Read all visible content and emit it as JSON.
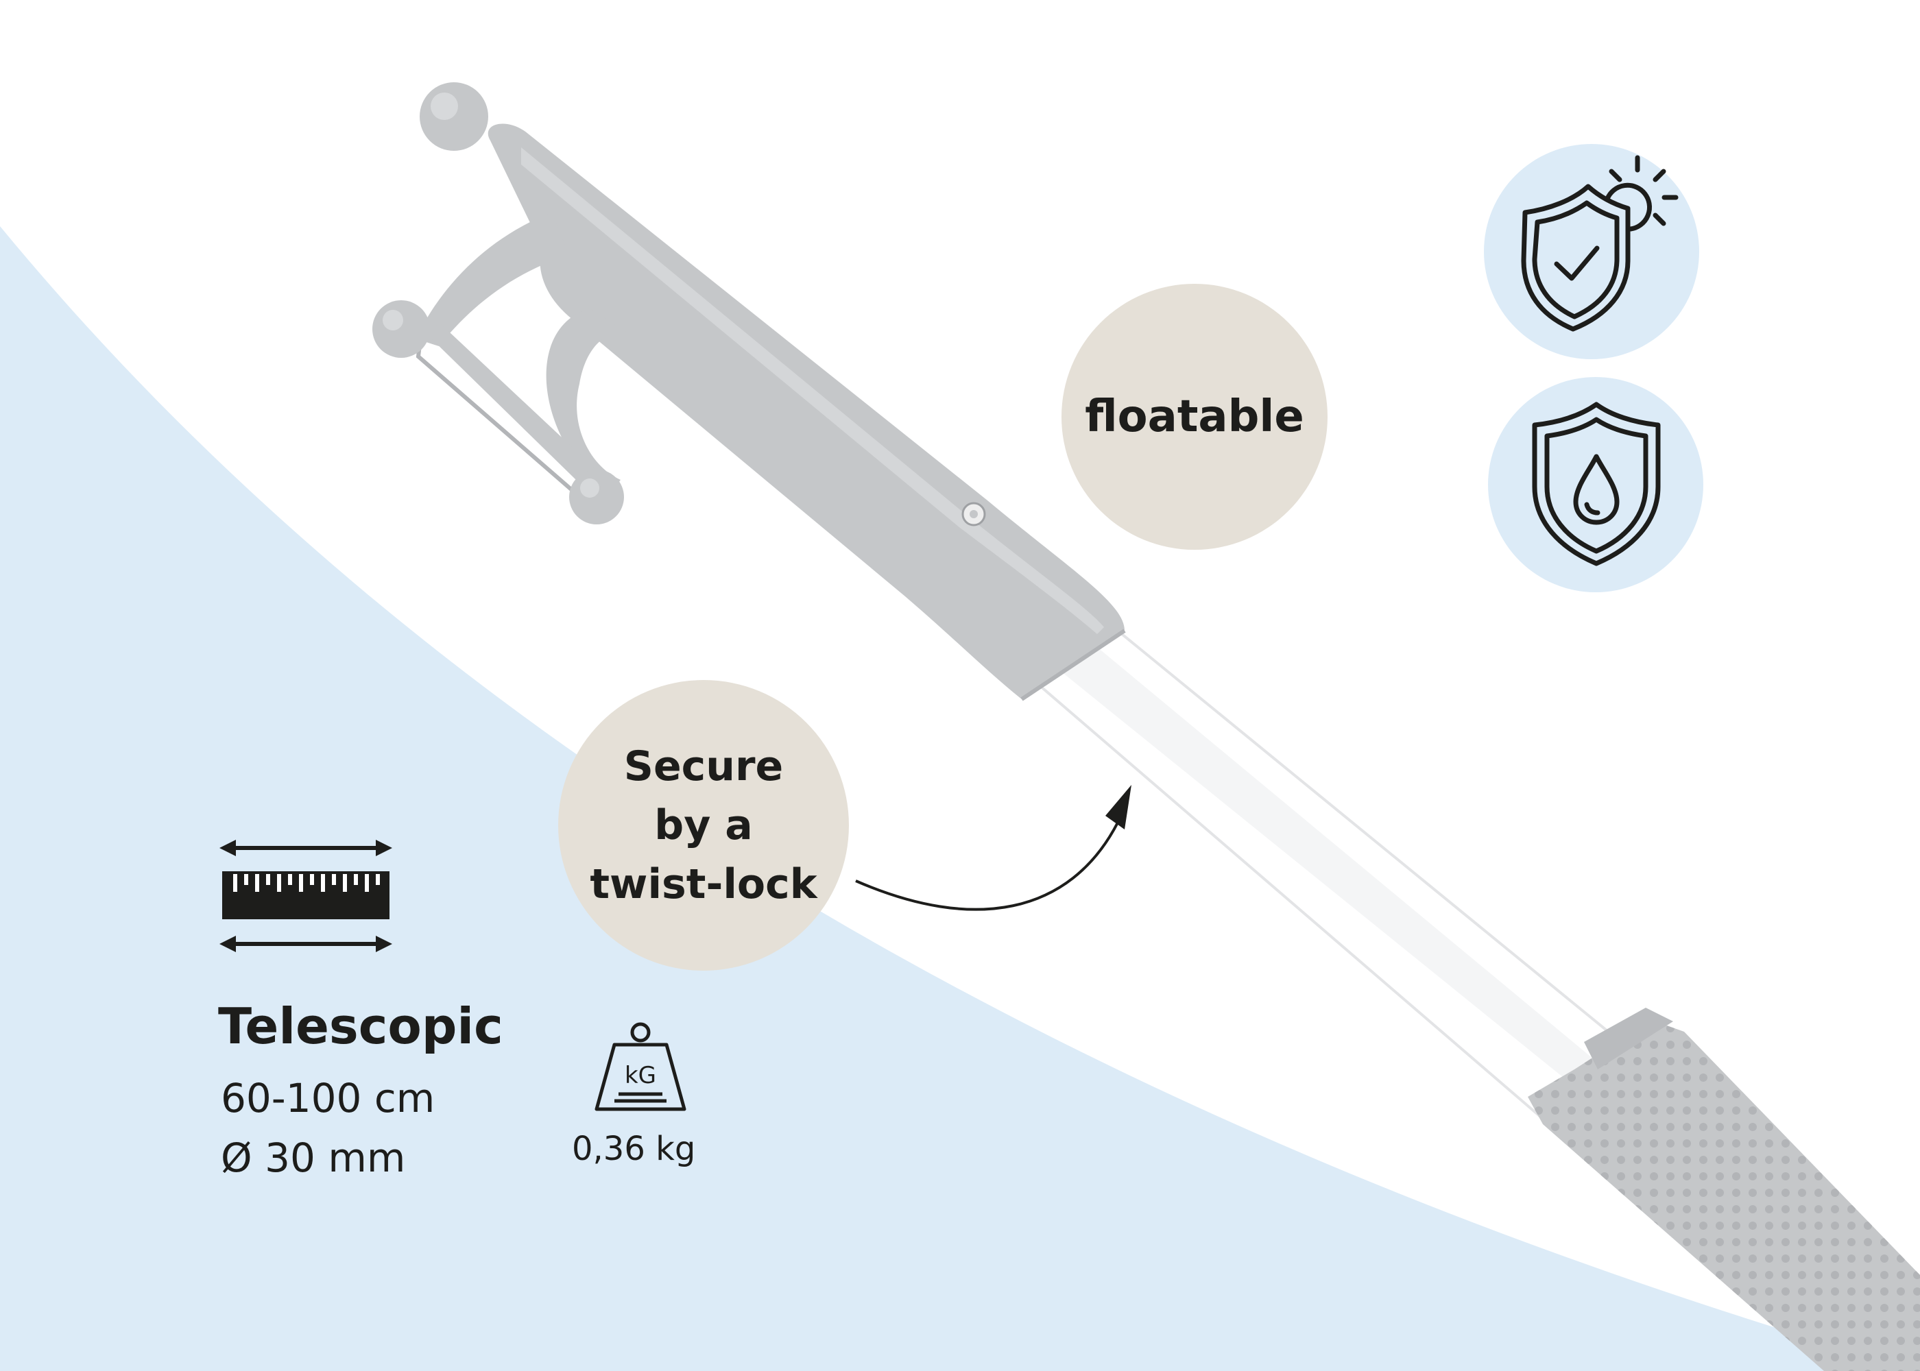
{
  "colors": {
    "background": "#ffffff",
    "swoosh": "#dcebf7",
    "bubble": "#e5e0d7",
    "product_gray": "#c5c7c9",
    "text": "#1d1d1b"
  },
  "features": {
    "floatable": "floatable",
    "twist_lock": [
      "Secure",
      "by a",
      "twist-lock"
    ]
  },
  "feature_icons": [
    "uv-resistant-shield-icon",
    "waterproof-shield-icon"
  ],
  "specs": {
    "title": "Telescopic",
    "length": "60-100 cm",
    "diameter": "Ø 30 mm",
    "weight": "0,36 kg"
  },
  "spec_icons": [
    "ruler-length-icon",
    "kg-weight-icon"
  ]
}
